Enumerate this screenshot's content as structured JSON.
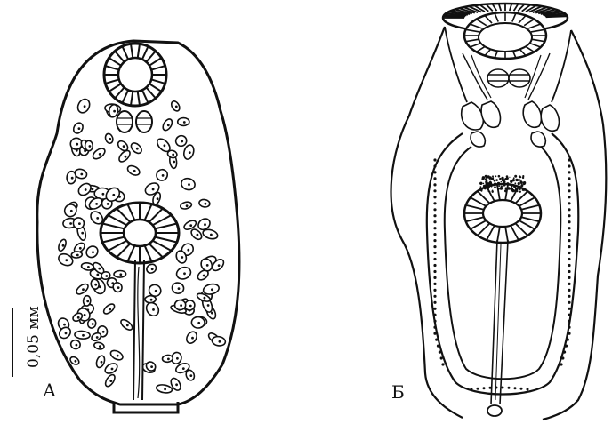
{
  "figure": {
    "panels": [
      {
        "id": "A",
        "label": "А"
      },
      {
        "id": "B",
        "label": "Б"
      }
    ],
    "scale_bar": {
      "label": "0,05 мм"
    },
    "colors": {
      "ink": "#111111",
      "paper": "#ffffff"
    }
  }
}
